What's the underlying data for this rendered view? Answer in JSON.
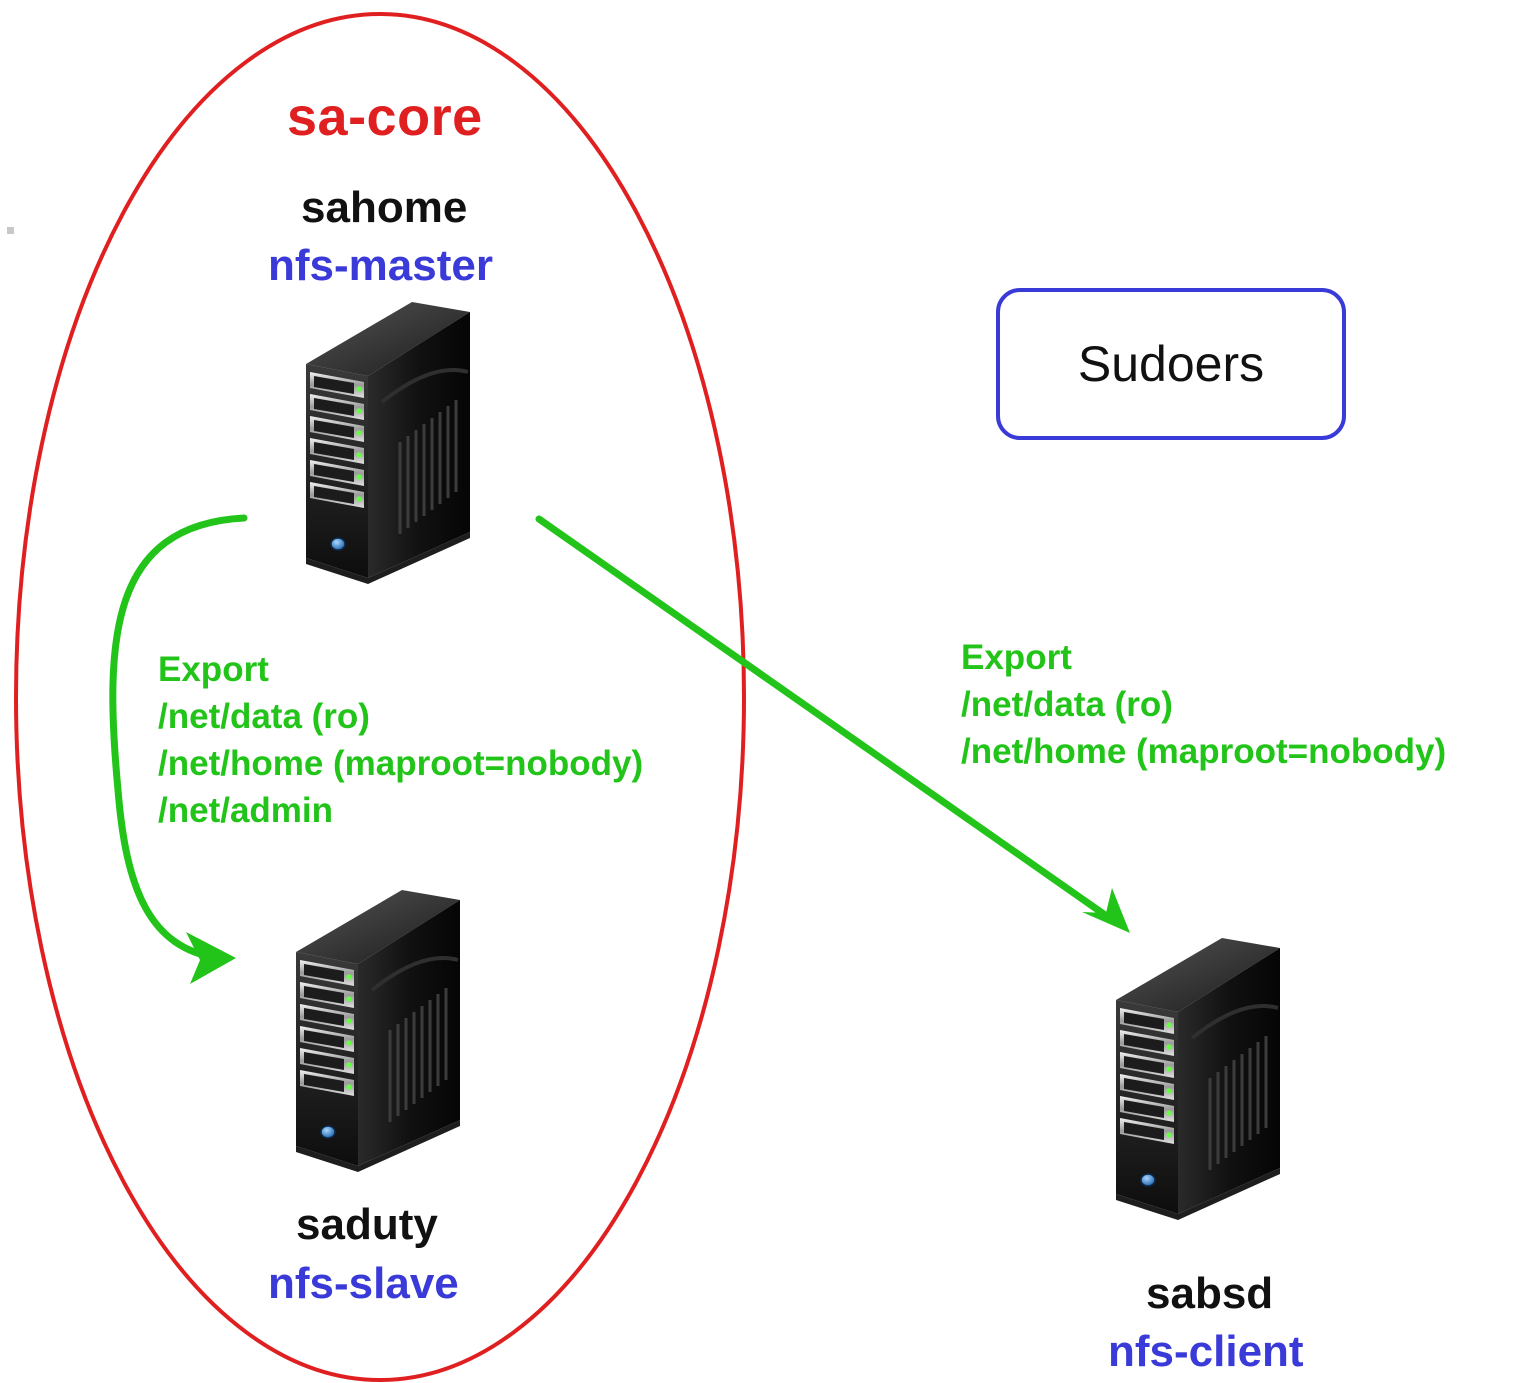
{
  "colors": {
    "group_border": "#e02020",
    "role_text": "#3a3ad8",
    "export_arrow": "#22c41a",
    "host_text": "#111111",
    "legend_border": "#3a3ad8"
  },
  "group": {
    "title": "sa-core"
  },
  "hosts": {
    "master": {
      "name": "sahome",
      "role": "nfs-master",
      "icon": "server-tower-icon"
    },
    "slave": {
      "name": "saduty",
      "role": "nfs-slave",
      "icon": "server-tower-icon"
    },
    "client": {
      "name": "sabsd",
      "role": "nfs-client",
      "icon": "server-tower-icon"
    }
  },
  "exports": {
    "to_slave": {
      "title": "Export",
      "lines": [
        "/net/data (ro)",
        "/net/home (maproot=nobody)",
        "/net/admin"
      ]
    },
    "to_client": {
      "title": "Export",
      "lines": [
        "/net/data (ro)",
        "/net/home (maproot=nobody)"
      ]
    }
  },
  "legend": {
    "label": "Sudoers"
  }
}
